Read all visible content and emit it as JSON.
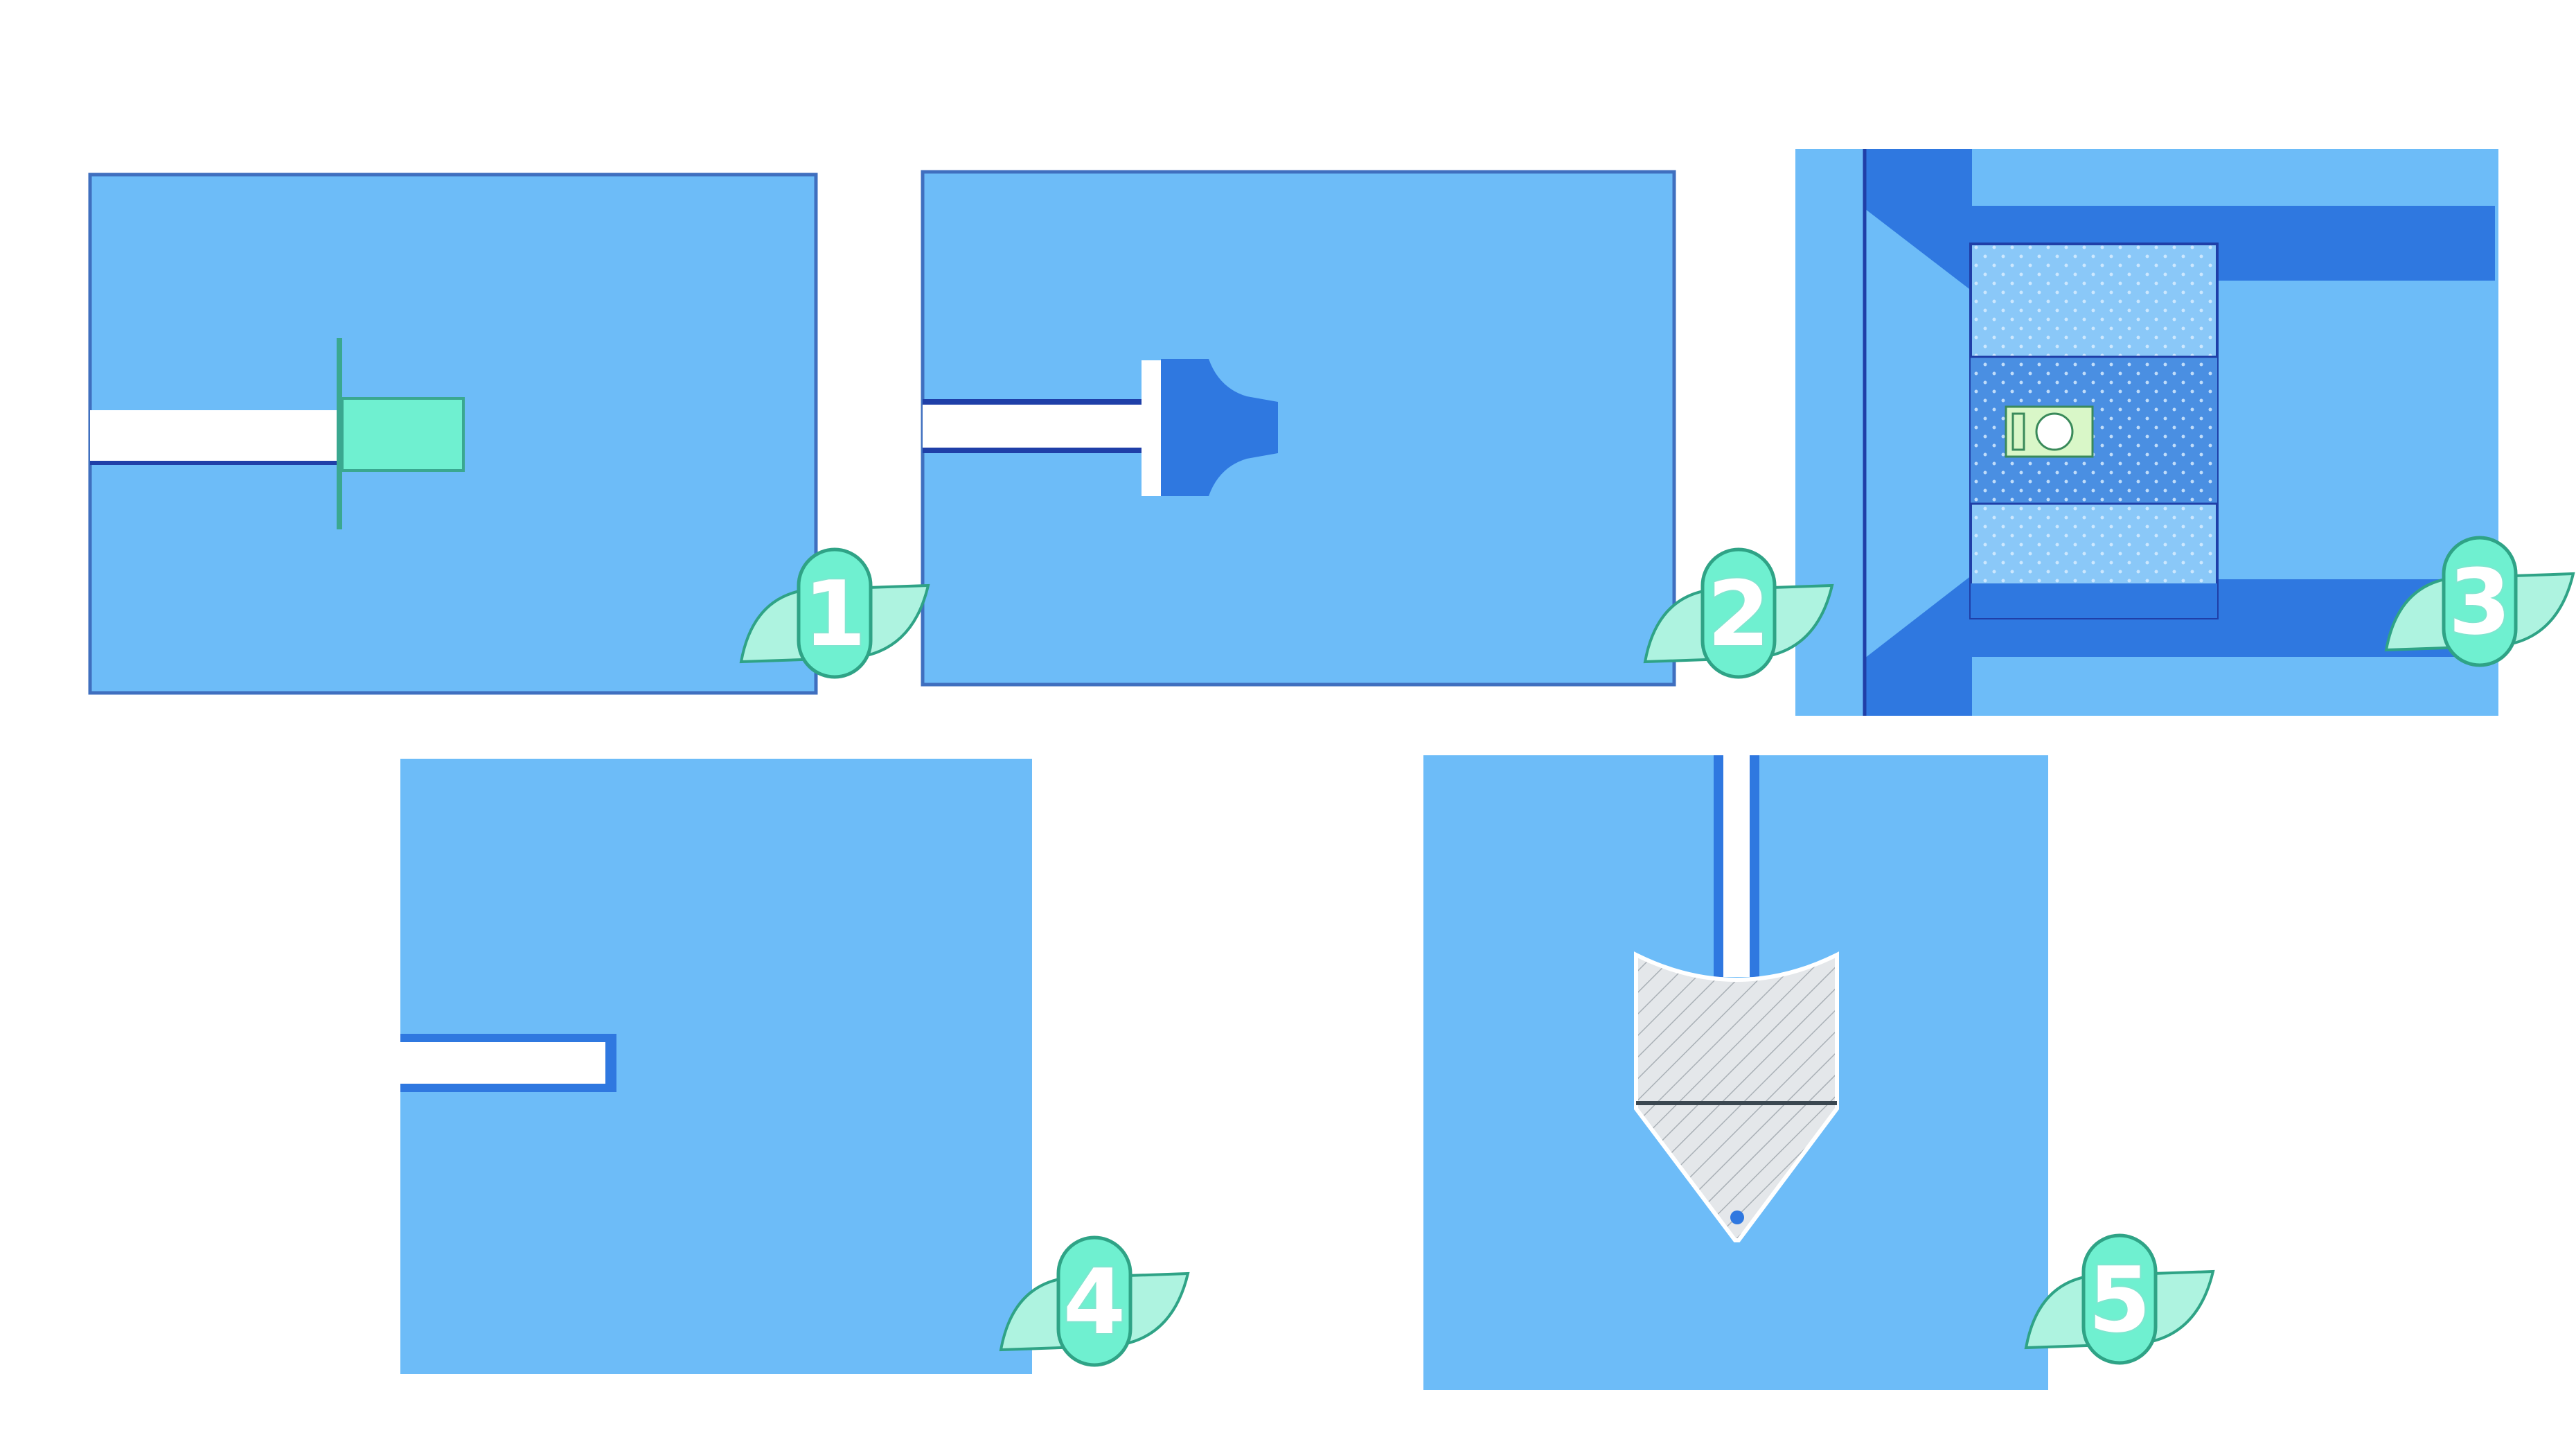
{
  "colors": {
    "background": "#ffffff",
    "panel": "#6dbcf8",
    "panel_edge": "#3f8ad6",
    "dark_blue": "#2f78e0",
    "navy_line": "#1f3fa8",
    "mint": "#6ff0d0",
    "mint_edge": "#3aa890",
    "slot": "#ffffff",
    "hatch": "#d8dde0",
    "badge_fill": "#aef3e0",
    "badge_edge": "#2fa386"
  },
  "panels": [
    {
      "id": "1",
      "label": "1",
      "icon": "t-shaped-insert-icon"
    },
    {
      "id": "2",
      "label": "2",
      "icon": "flared-head-icon"
    },
    {
      "id": "3",
      "label": "3",
      "icon": "channel-bracket-icon"
    },
    {
      "id": "4",
      "label": "4",
      "icon": "open-slot-icon"
    },
    {
      "id": "5",
      "label": "5",
      "icon": "conical-tip-icon"
    }
  ]
}
